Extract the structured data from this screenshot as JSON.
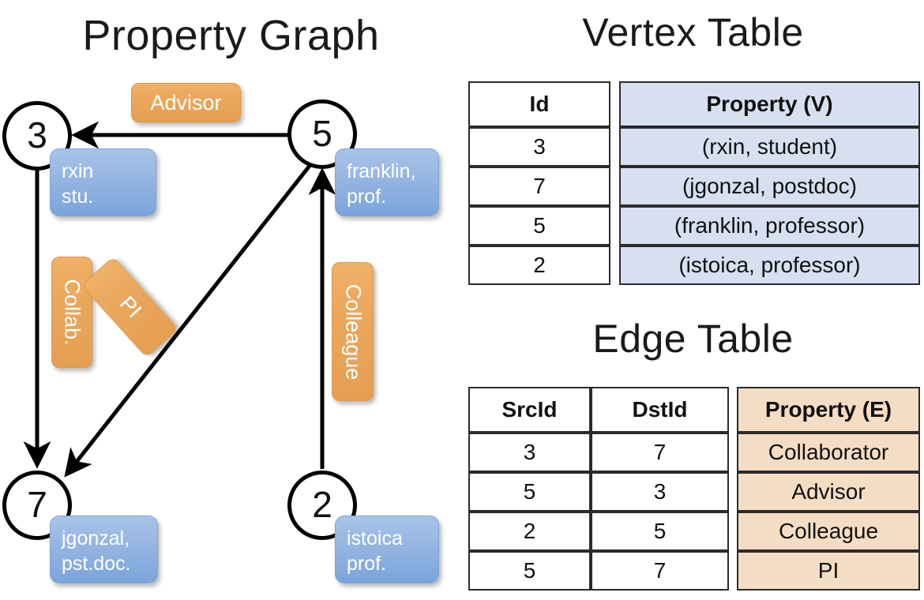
{
  "titles": {
    "property_graph": "Property Graph",
    "vertex_table": "Vertex Table",
    "edge_table": "Edge Table"
  },
  "colors": {
    "vertex_cell": "#d6e0f0",
    "edge_cell": "#f5ddc3",
    "vertex_callout": "#95b5e2",
    "edge_callout": "#eaa75c",
    "stroke": "#000000"
  },
  "graph": {
    "nodes": [
      {
        "id": "3",
        "property_line1": "rxin",
        "property_line2": "stu."
      },
      {
        "id": "5",
        "property_line1": "franklin,",
        "property_line2": "prof."
      },
      {
        "id": "7",
        "property_line1": "jgonzal,",
        "property_line2": "pst.doc."
      },
      {
        "id": "2",
        "property_line1": "istoica",
        "property_line2": "prof."
      }
    ],
    "edge_labels": [
      {
        "label": "Advisor",
        "from": "5",
        "to": "3"
      },
      {
        "label": "Collab.",
        "from": "3",
        "to": "7"
      },
      {
        "label": "PI",
        "from": "5",
        "to": "7"
      },
      {
        "label": "Colleague",
        "from": "2",
        "to": "5"
      }
    ]
  },
  "vertex_table": {
    "headers": [
      "Id",
      "Property (V)"
    ],
    "rows": [
      {
        "id": "3",
        "property": "(rxin, student)"
      },
      {
        "id": "7",
        "property": "(jgonzal, postdoc)"
      },
      {
        "id": "5",
        "property": "(franklin, professor)"
      },
      {
        "id": "2",
        "property": "(istoica, professor)"
      }
    ]
  },
  "edge_table": {
    "headers": [
      "SrcId",
      "DstId",
      "Property (E)"
    ],
    "rows": [
      {
        "src": "3",
        "dst": "7",
        "property": "Collaborator"
      },
      {
        "src": "5",
        "dst": "3",
        "property": "Advisor"
      },
      {
        "src": "2",
        "dst": "5",
        "property": "Colleague"
      },
      {
        "src": "5",
        "dst": "7",
        "property": "PI"
      }
    ]
  }
}
